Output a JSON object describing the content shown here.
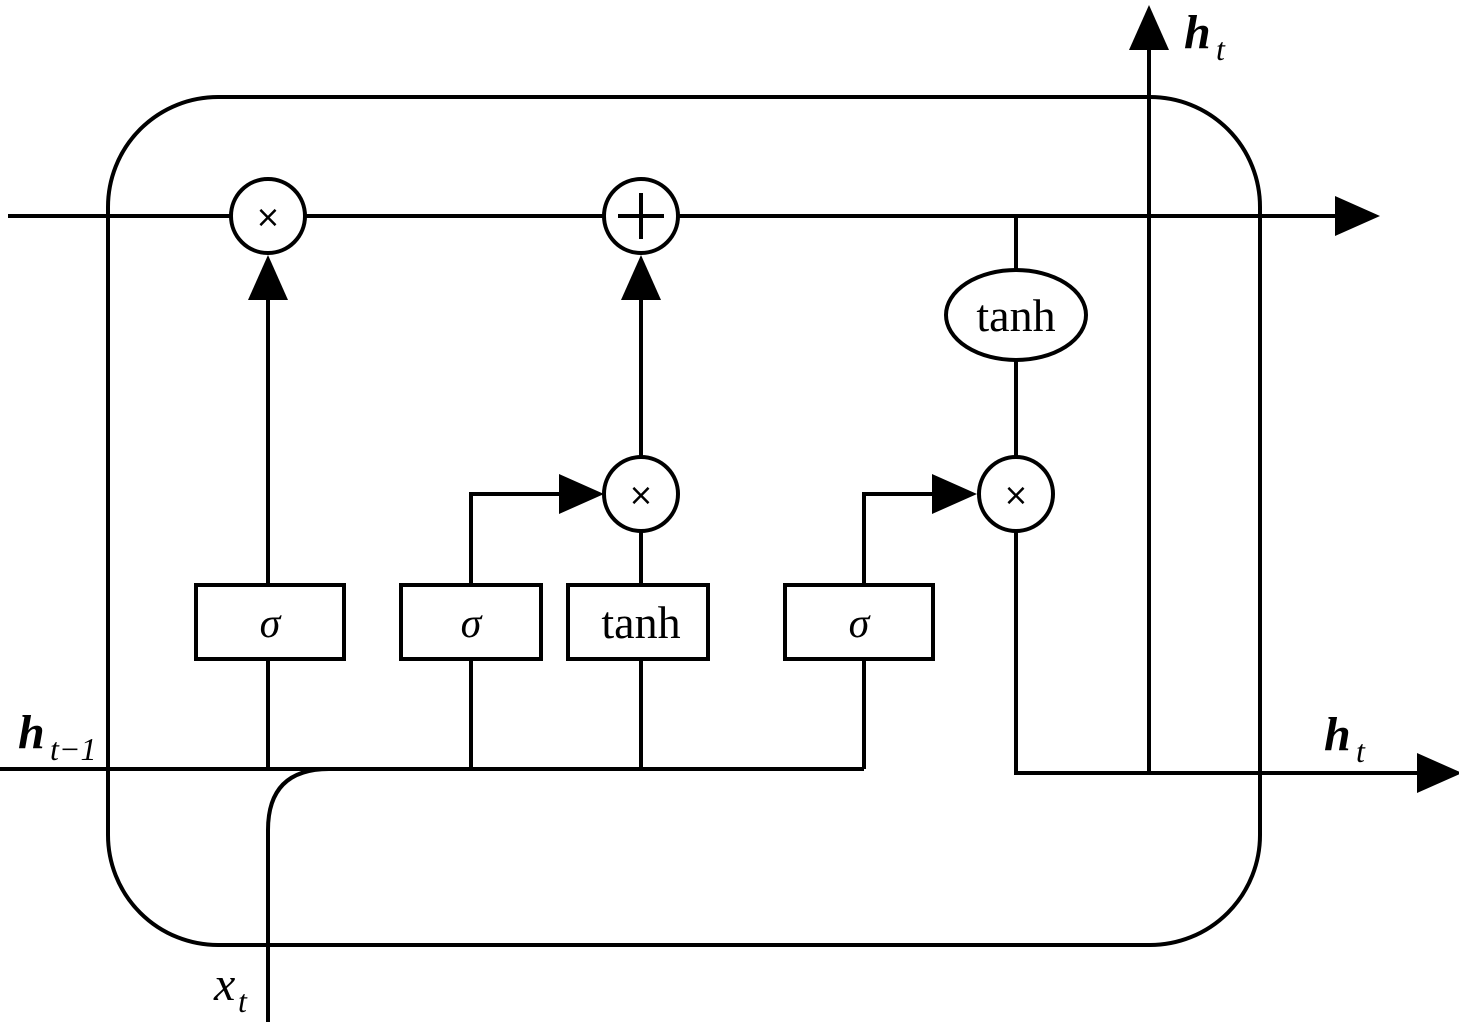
{
  "gates": {
    "forget_gate": "σ",
    "input_gate": "σ",
    "candidate": "tanh",
    "output_gate": "σ"
  },
  "cell_tanh": "tanh",
  "ops": {
    "forget_multiply": "×",
    "cell_add": "+",
    "input_multiply": "×",
    "output_multiply": "×"
  },
  "labels": {
    "h_prev_main": "h",
    "h_prev_sub": "t−1",
    "x_main": "x",
    "x_sub": "t",
    "h_top_main": "h",
    "h_top_sub": "t",
    "h_right_main": "h",
    "h_right_sub": "t"
  }
}
